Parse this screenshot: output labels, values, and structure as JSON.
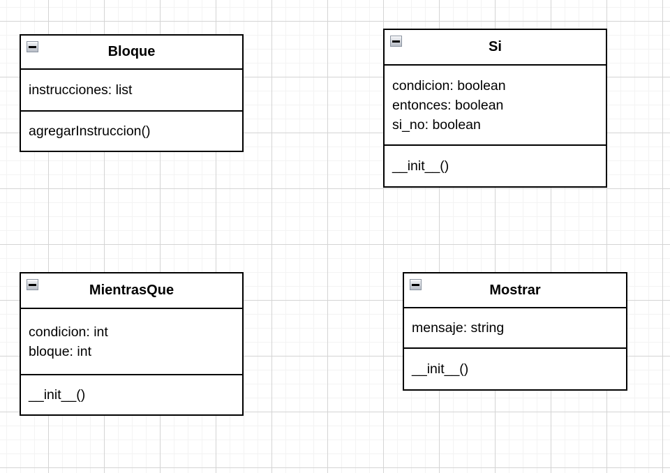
{
  "colors": {
    "canvas_bg": "#ffffff",
    "grid_minor": "#f3f3f3",
    "grid_major": "#d4d4d4",
    "shape_border": "#000000",
    "shape_fill": "#ffffff",
    "collapse_icon_border": "#8a93a0"
  },
  "icons": {
    "collapse": "minus-square-icon"
  },
  "classes": [
    {
      "title": "Bloque",
      "attributes": [
        "instrucciones: list"
      ],
      "methods": [
        "agregarInstruccion()"
      ]
    },
    {
      "title": "Si",
      "attributes": [
        "condicion: boolean",
        "entonces: boolean",
        "si_no: boolean"
      ],
      "methods": [
        "__init__()"
      ]
    },
    {
      "title": "MientrasQue",
      "attributes": [
        "condicion: int",
        "bloque: int"
      ],
      "methods": [
        "__init__()"
      ]
    },
    {
      "title": "Mostrar",
      "attributes": [
        "mensaje: string"
      ],
      "methods": [
        "__init__()"
      ]
    }
  ]
}
